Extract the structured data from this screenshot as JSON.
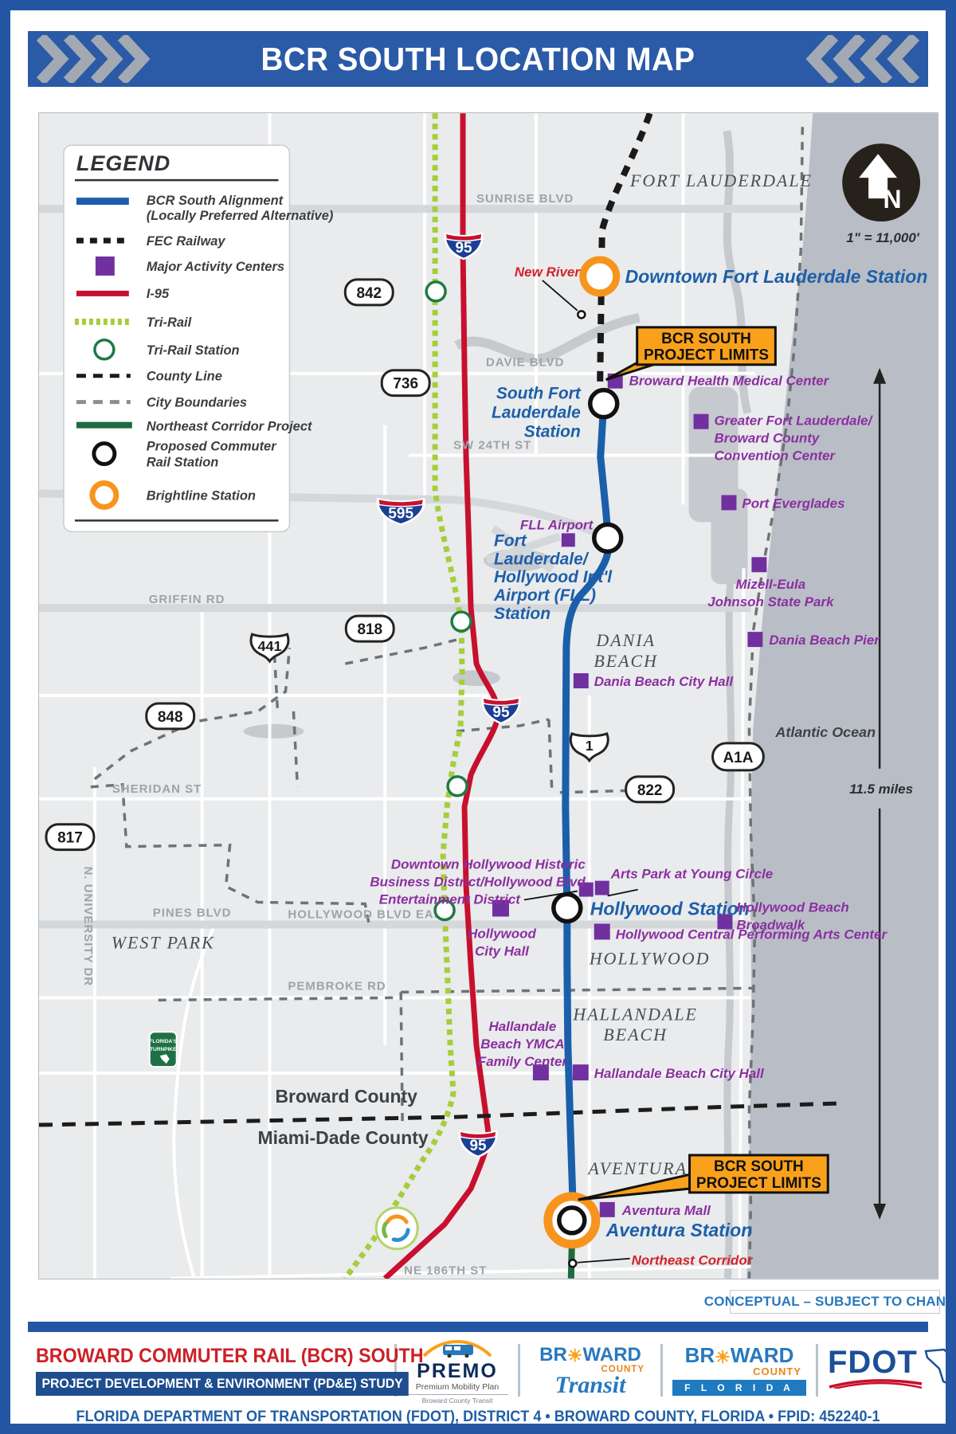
{
  "header": {
    "title": "BCR SOUTH LOCATION MAP"
  },
  "north_arrow": {
    "letter": "N",
    "scale": "1\" = 11,000'"
  },
  "legend": {
    "title": "LEGEND",
    "items": [
      {
        "label": "BCR South Alignment",
        "label2": "(Locally Preferred Alternative)"
      },
      {
        "label": "FEC Railway"
      },
      {
        "label": "Major Activity Centers"
      },
      {
        "label": "I-95"
      },
      {
        "label": "Tri-Rail"
      },
      {
        "label": "Tri-Rail Station"
      },
      {
        "label": "County Line"
      },
      {
        "label": "City Boundaries"
      },
      {
        "label": "Northeast Corridor Project"
      },
      {
        "label": "Proposed Commuter",
        "label2": "Rail Station"
      },
      {
        "label": "Brightline Station"
      }
    ]
  },
  "map": {
    "cities": {
      "fort_lauderdale": "FORT LAUDERDALE",
      "dania_1": "DANIA",
      "dania_2": "BEACH",
      "hollywood": "HOLLYWOOD",
      "hallandale_1": "HALLANDALE",
      "hallandale_2": "BEACH",
      "aventura": "AVENTURA",
      "west_park": "WEST PARK"
    },
    "counties": {
      "broward": "Broward County",
      "miami_dade": "Miami-Dade County"
    },
    "roads": {
      "sunrise": "SUNRISE BLVD",
      "davie": "DAVIE BLVD",
      "sw24": "SW 24TH ST",
      "griffin": "GRIFFIN RD",
      "sheridan": "SHERIDAN ST",
      "pines": "PINES BLVD",
      "hollywood_blvd_east": "HOLLYWOOD BLVD EAST",
      "pembroke": "PEMBROKE RD",
      "ne186": "NE 186TH ST",
      "university": "N. UNIVERSITY DR"
    },
    "shields": {
      "i95": "95",
      "i595": "595",
      "us441": "441",
      "us1": "1",
      "sr842": "842",
      "sr736": "736",
      "sr818": "818",
      "sr848": "848",
      "sr817": "817",
      "sr822": "822",
      "a1a": "A1A",
      "turnpike_1": "FLORIDA'S",
      "turnpike_2": "TURNPIKE"
    },
    "stations": {
      "downtown": {
        "label": "Downtown Fort Lauderdale Station"
      },
      "south": {
        "lines": [
          "South Fort",
          "Lauderdale",
          "Station"
        ]
      },
      "fll": {
        "lines": [
          "Fort",
          "Lauderdale/",
          "Hollywood Int'l",
          "Airport (FLL)",
          "Station"
        ]
      },
      "hollywood": {
        "label": "Hollywood Station"
      },
      "aventura": {
        "label": "Aventura Station"
      }
    },
    "pois": {
      "broward_health": "Broward Health Medical Center",
      "convention": [
        "Greater Fort Lauderdale/",
        "Broward County",
        "Convention Center"
      ],
      "port_everglades": "Port Everglades",
      "mizell": [
        "Mizell-Eula",
        "Johnson State Park"
      ],
      "dania_pier": "Dania Beach Pier",
      "dania_city_hall": "Dania Beach City Hall",
      "downtown_hollywood": [
        "Downtown Hollywood Historic",
        "Business District/Hollywood Blvd",
        "Entertainment District"
      ],
      "arts_park": "Arts Park at Young Circle",
      "hollywood_city_hall": [
        "Hollywood",
        "City Hall"
      ],
      "broadwalk": [
        "Hollywood Beach",
        "Broadwalk"
      ],
      "performing_arts": "Hollywood Central Performing Arts Center",
      "ymca": [
        "Hallandale",
        "Beach YMCA",
        "Family Center"
      ],
      "hallandale_city_hall": "Hallandale Beach City Hall",
      "aventura_mall": "Aventura Mall",
      "fll_airport": "FLL Airport"
    },
    "labels": {
      "new_river": "New River",
      "northeast_corridor": "Northeast Corridor",
      "atlantic": "Atlantic Ocean",
      "miles": "11.5 miles"
    },
    "callout": {
      "line1": "BCR SOUTH",
      "line2": "PROJECT LIMITS"
    },
    "conceptual": "CONCEPTUAL – SUBJECT TO CHANGE"
  },
  "footer": {
    "title": "BROWARD COMMUTER RAIL (BCR) SOUTH",
    "subtitle": "PROJECT DEVELOPMENT & ENVIRONMENT (PD&E) STUDY",
    "premo": {
      "name": "PREMO",
      "tagline": "Premium Mobility Plan",
      "sub": "Broward County Transit"
    },
    "bct": {
      "br": "BR",
      "ward": "WARD",
      "county": "COUNTY",
      "transit": "Transit"
    },
    "bcf": {
      "br": "BR",
      "ward": "WARD",
      "county": "COUNTY",
      "florida": "F L O R I D A"
    },
    "fdot": {
      "name": "FDOT"
    },
    "bottom": "FLORIDA DEPARTMENT OF TRANSPORTATION (FDOT), DISTRICT 4  •  BROWARD COUNTY, FLORIDA  •  FPID: 452240-1"
  },
  "colors": {
    "orange": "#F7941D",
    "purple_square": "#7030A0",
    "purple_label": "#8B2FA0",
    "station_blue": "#1D5FA8",
    "i95_red": "#C8102E",
    "trirail_green": "#A5CE3B",
    "ne_green": "#1D6B40",
    "header_blue": "#2B5AA6"
  }
}
